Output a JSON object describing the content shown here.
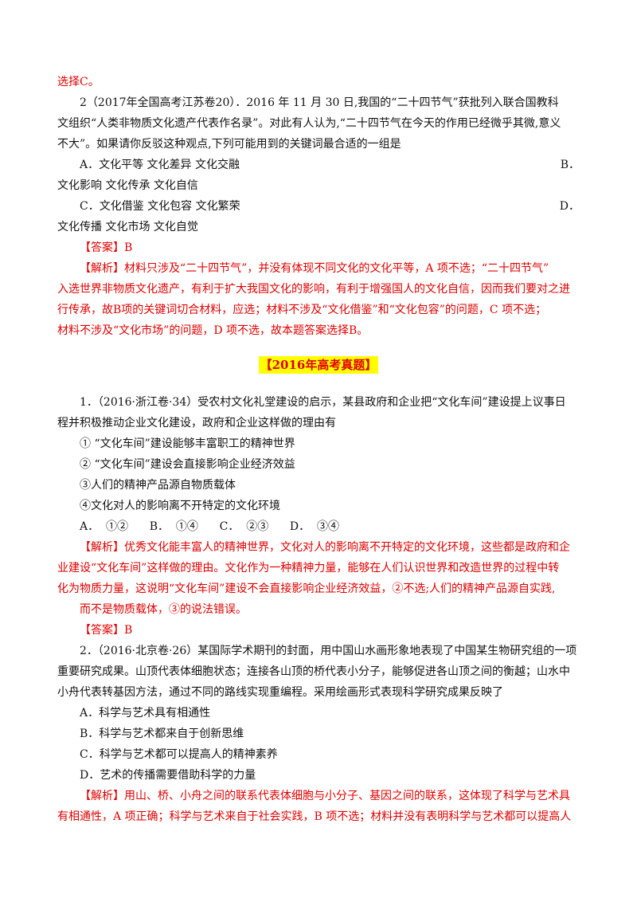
{
  "top_answer": "选择C。",
  "q2017": {
    "lines": [
      "2（2017年全国高考江苏卷20）．2016 年 11 月 30 日,我国的“二十四节气”获批列入联合国教科",
      "文组织“人类非物质文化遗产代表作名录”。对此有人认为,“二十四节气在今天的作用已经微乎其微,意义",
      "不大”。如果请你反驳这种观点,下列可能用到的关键词最合适的一组是"
    ],
    "option_a": "A．文化平等  文化差异  文化交融",
    "option_b_label": "B．",
    "option_b_text": "文化影响  文化传承  文化自信",
    "option_c": "C．文化借鉴  文化包容  文化繁荣",
    "option_d_label": "D．",
    "option_d_text": "文化传播  文化市场  文化自觉",
    "answer": "【答案】B",
    "analysis": [
      "【解析】材料只涉及“二十四节气”，并没有体现不同文化的文化平等，A 项不选；“二十四节气”",
      "入选世界非物质文化遗产，有利于扩大我国文化的影响，有利于增强国人的文化自信，因而我们要对之进",
      "行传承，故B项的关键词切合材料，应选；材料不涉及“文化借鉴”和“文化包容”的问题，C 项不选；",
      "材料不涉及“文化市场”的问题，D 项不选，故本题答案选择B。"
    ]
  },
  "section_title": "【2016年高考真题】",
  "q1": {
    "lines": [
      "1．（2016·浙江卷·34）受农村文化礼堂建设的启示，某县政府和企业把“文化车间”建设提上议事日",
      "程并积极推动企业文化建设，政府和企业这样做的理由有"
    ],
    "items": [
      "①  “文化车间”建设能够丰富职工的精神世界",
      "②  “文化车间”建设会直接影响企业经济效益",
      "③人们的精神产品源自物质载体",
      "④文化对人的影响离不开特定的文化环境"
    ],
    "options": "A．  ①②      B．  ①④      C．  ②③      D．  ③④",
    "analysis": [
      "【解析】优秀文化能丰富人的精神世界，文化对人的影响离不开特定的文化环境，这些都是政府和企",
      "业建设“文化车间”这样做的理由。文化作为一种精神力量，能够在人们认识世界和改造世界的过程中转",
      "化为物质力量，这说明“文化车间”建设不会直接影响企业经济效益，②不选;人们的精神产品源自实践,",
      "而不是物质载体，③的说法错误。"
    ],
    "answer": "【答案】B"
  },
  "q2": {
    "lines": [
      "2．（2016·北京卷·26）某国际学术期刊的封面，用中国山水画形象地表现了中国某生物研究组的一项",
      "重要研究成果。山顶代表体细胞状态；连接各山顶的桥代表小分子，能够促进各山顶之间的衡越；山水中",
      "小舟代表转基因方法，通过不同的路线实现重编程。采用绘画形式表现科学研究成果反映了"
    ],
    "options": [
      "A．科学与艺术具有相通性",
      "B．科学与艺术都来自于创新思维",
      "C．科学与艺术都可以提高人的精神素养",
      "D．艺术的传播需要借助科学的力量"
    ],
    "analysis": [
      "【解析】用山、桥、小舟之间的联系代表体细胞与小分子、基因之间的联系，这体现了科学与艺术具",
      "有相通性，A 项正确；科学与艺术来自于社会实践，B 项不选；材料并没有表明科学与艺术都可以提高人"
    ]
  }
}
